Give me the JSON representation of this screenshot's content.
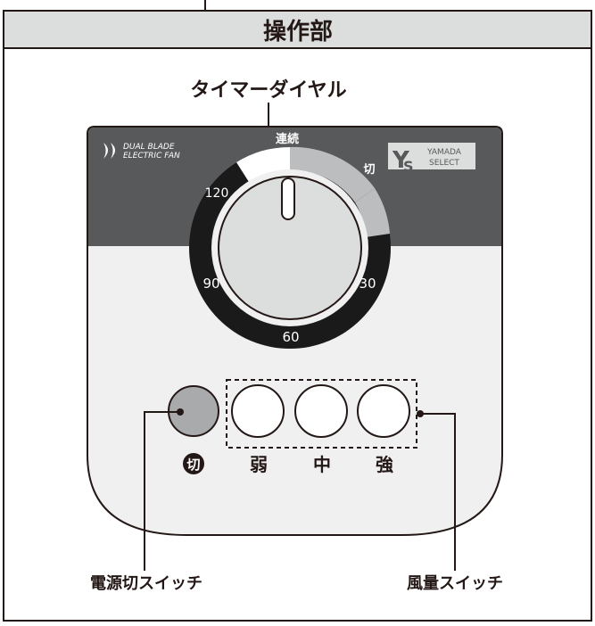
{
  "header": {
    "title": "操作部"
  },
  "callouts": {
    "timer_dial": "タイマーダイヤル",
    "power_switch": "電源切スイッチ",
    "speed_switch": "風量スイッチ"
  },
  "panel": {
    "logo_text_line1": "DUAL BLADE",
    "logo_text_line2": "ELECTRIC FAN",
    "brand_line1": "YAMADA",
    "brand_line2": "SELECT"
  },
  "dial": {
    "continuous_label": "連続",
    "off_label": "切",
    "marks": [
      "120",
      "90",
      "60",
      "30"
    ]
  },
  "buttons": {
    "off_label": "切",
    "low_label": "弱",
    "mid_label": "中",
    "high_label": "強"
  },
  "colors": {
    "panel_dark": "#58595b",
    "dial_ring_black": "#1a1a1a",
    "dial_knob": "#dcdddd",
    "off_button": "#a9aaac",
    "header_bg": "#dcdddd",
    "light_segment": "#bcbdbf"
  }
}
